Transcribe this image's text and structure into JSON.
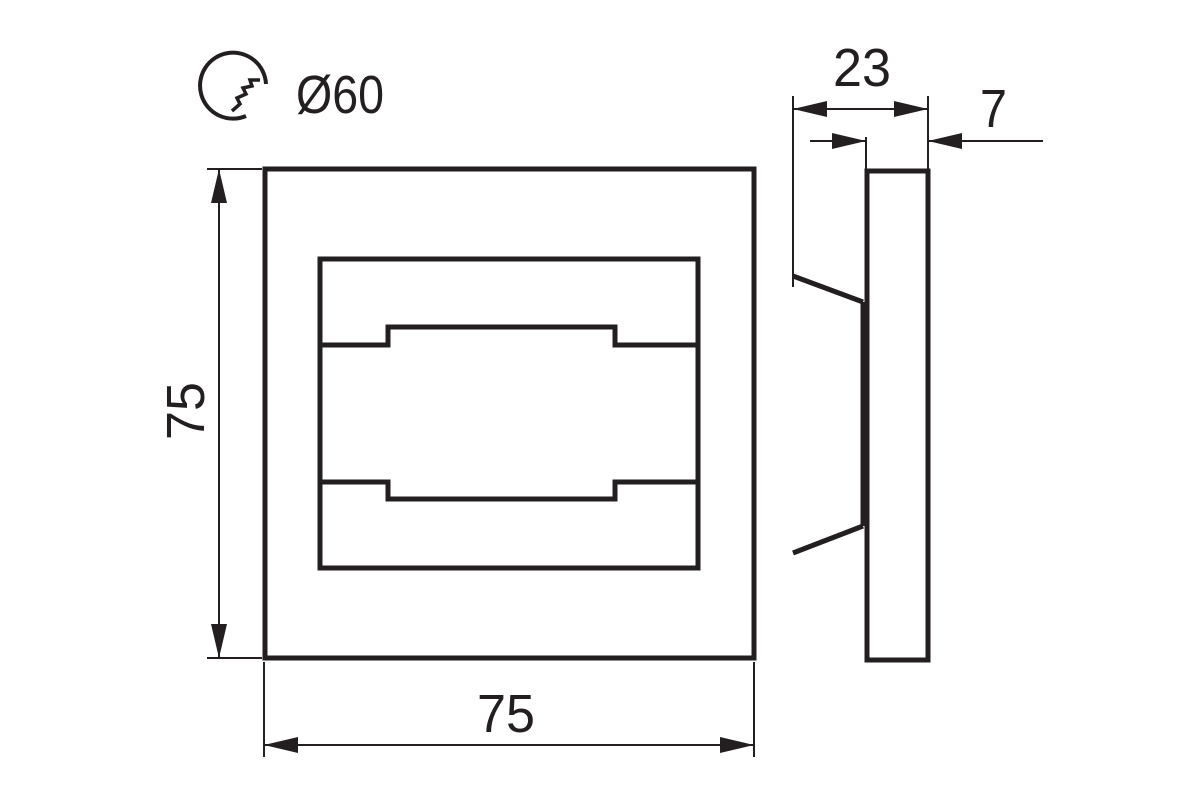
{
  "dimensions": {
    "cutout_diameter": "Ø60",
    "front_width": "75",
    "front_height": "75",
    "side_depth_total": "23",
    "side_plate_thickness": "7"
  },
  "icons": {
    "cutout_symbol": "hole-saw-icon"
  },
  "colors": {
    "line": "#231f20",
    "background": "#ffffff"
  }
}
